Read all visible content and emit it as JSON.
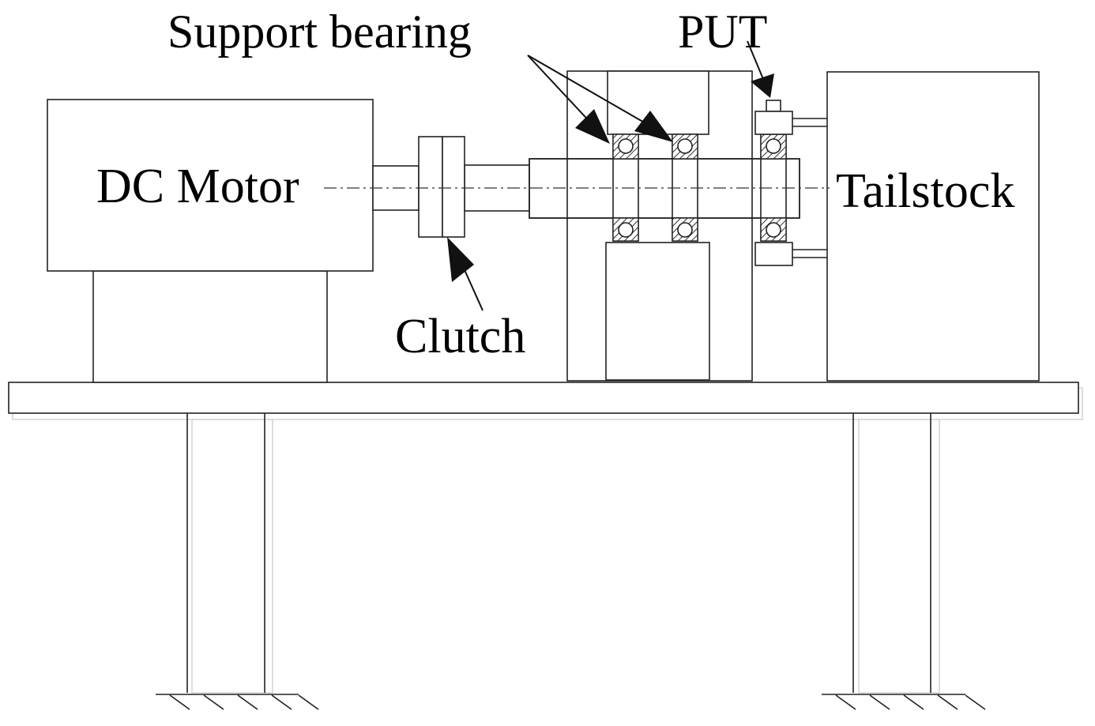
{
  "labels": {
    "motor": "DC Motor",
    "tailstock": "Tailstock",
    "clutch": "Clutch",
    "support_bearing": "Support bearing",
    "put": "PUT"
  }
}
